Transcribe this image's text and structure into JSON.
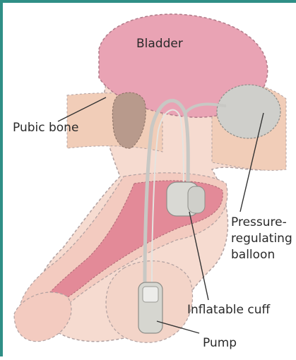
{
  "labels": {
    "bladder": "Bladder",
    "pubic_bone": "Pubic bone",
    "balloon_line1": "Pressure-",
    "balloon_line2": "regulating",
    "balloon_line3": "balloon",
    "cuff": "Inflatable cuff",
    "pump": "Pump"
  },
  "colors": {
    "frame_border": "#2f8f86",
    "skin": "#f3d2c4",
    "bladder": "#e9a3b4",
    "urethra": "#e38a98",
    "bone": "#b89a8c",
    "device": "#d8d8d2",
    "outline": "#9a8a8a"
  }
}
